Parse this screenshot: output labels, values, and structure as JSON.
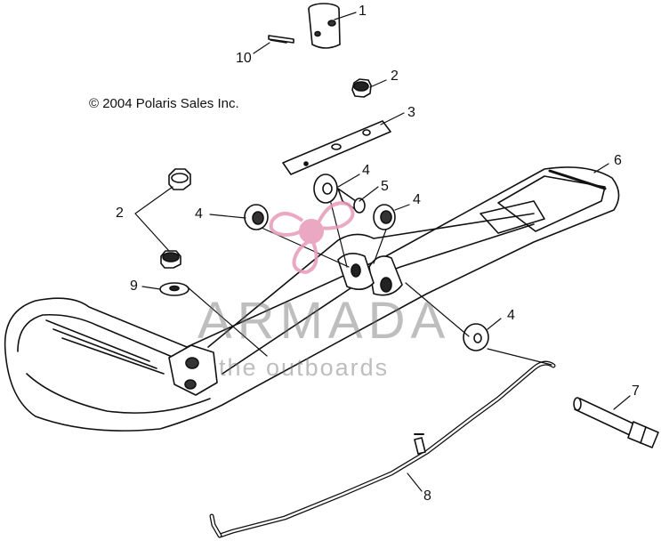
{
  "copyright": "© 2004 Polaris Sales Inc.",
  "watermark": {
    "title": "ARMADA",
    "subtitle": "the outboards",
    "logo_color": "#e89ab8",
    "text_color": "#8a8a8a"
  },
  "callouts": [
    "1",
    "10",
    "2",
    "3",
    "4",
    "5",
    "4",
    "6",
    "2",
    "4",
    "9",
    "4",
    "7",
    "8"
  ],
  "parts": [
    {
      "number": "1",
      "icon": "spindle-tube-icon"
    },
    {
      "number": "2",
      "icon": "lock-nut-icon"
    },
    {
      "number": "3",
      "icon": "wear-plate-icon"
    },
    {
      "number": "4",
      "icon": "washer-icon"
    },
    {
      "number": "5",
      "icon": "bushing-icon"
    },
    {
      "number": "6",
      "icon": "ski-icon"
    },
    {
      "number": "7",
      "icon": "bolt-icon"
    },
    {
      "number": "8",
      "icon": "carbide-runner-icon"
    },
    {
      "number": "9",
      "icon": "flat-washer-icon"
    },
    {
      "number": "10",
      "icon": "cotter-pin-icon"
    }
  ]
}
